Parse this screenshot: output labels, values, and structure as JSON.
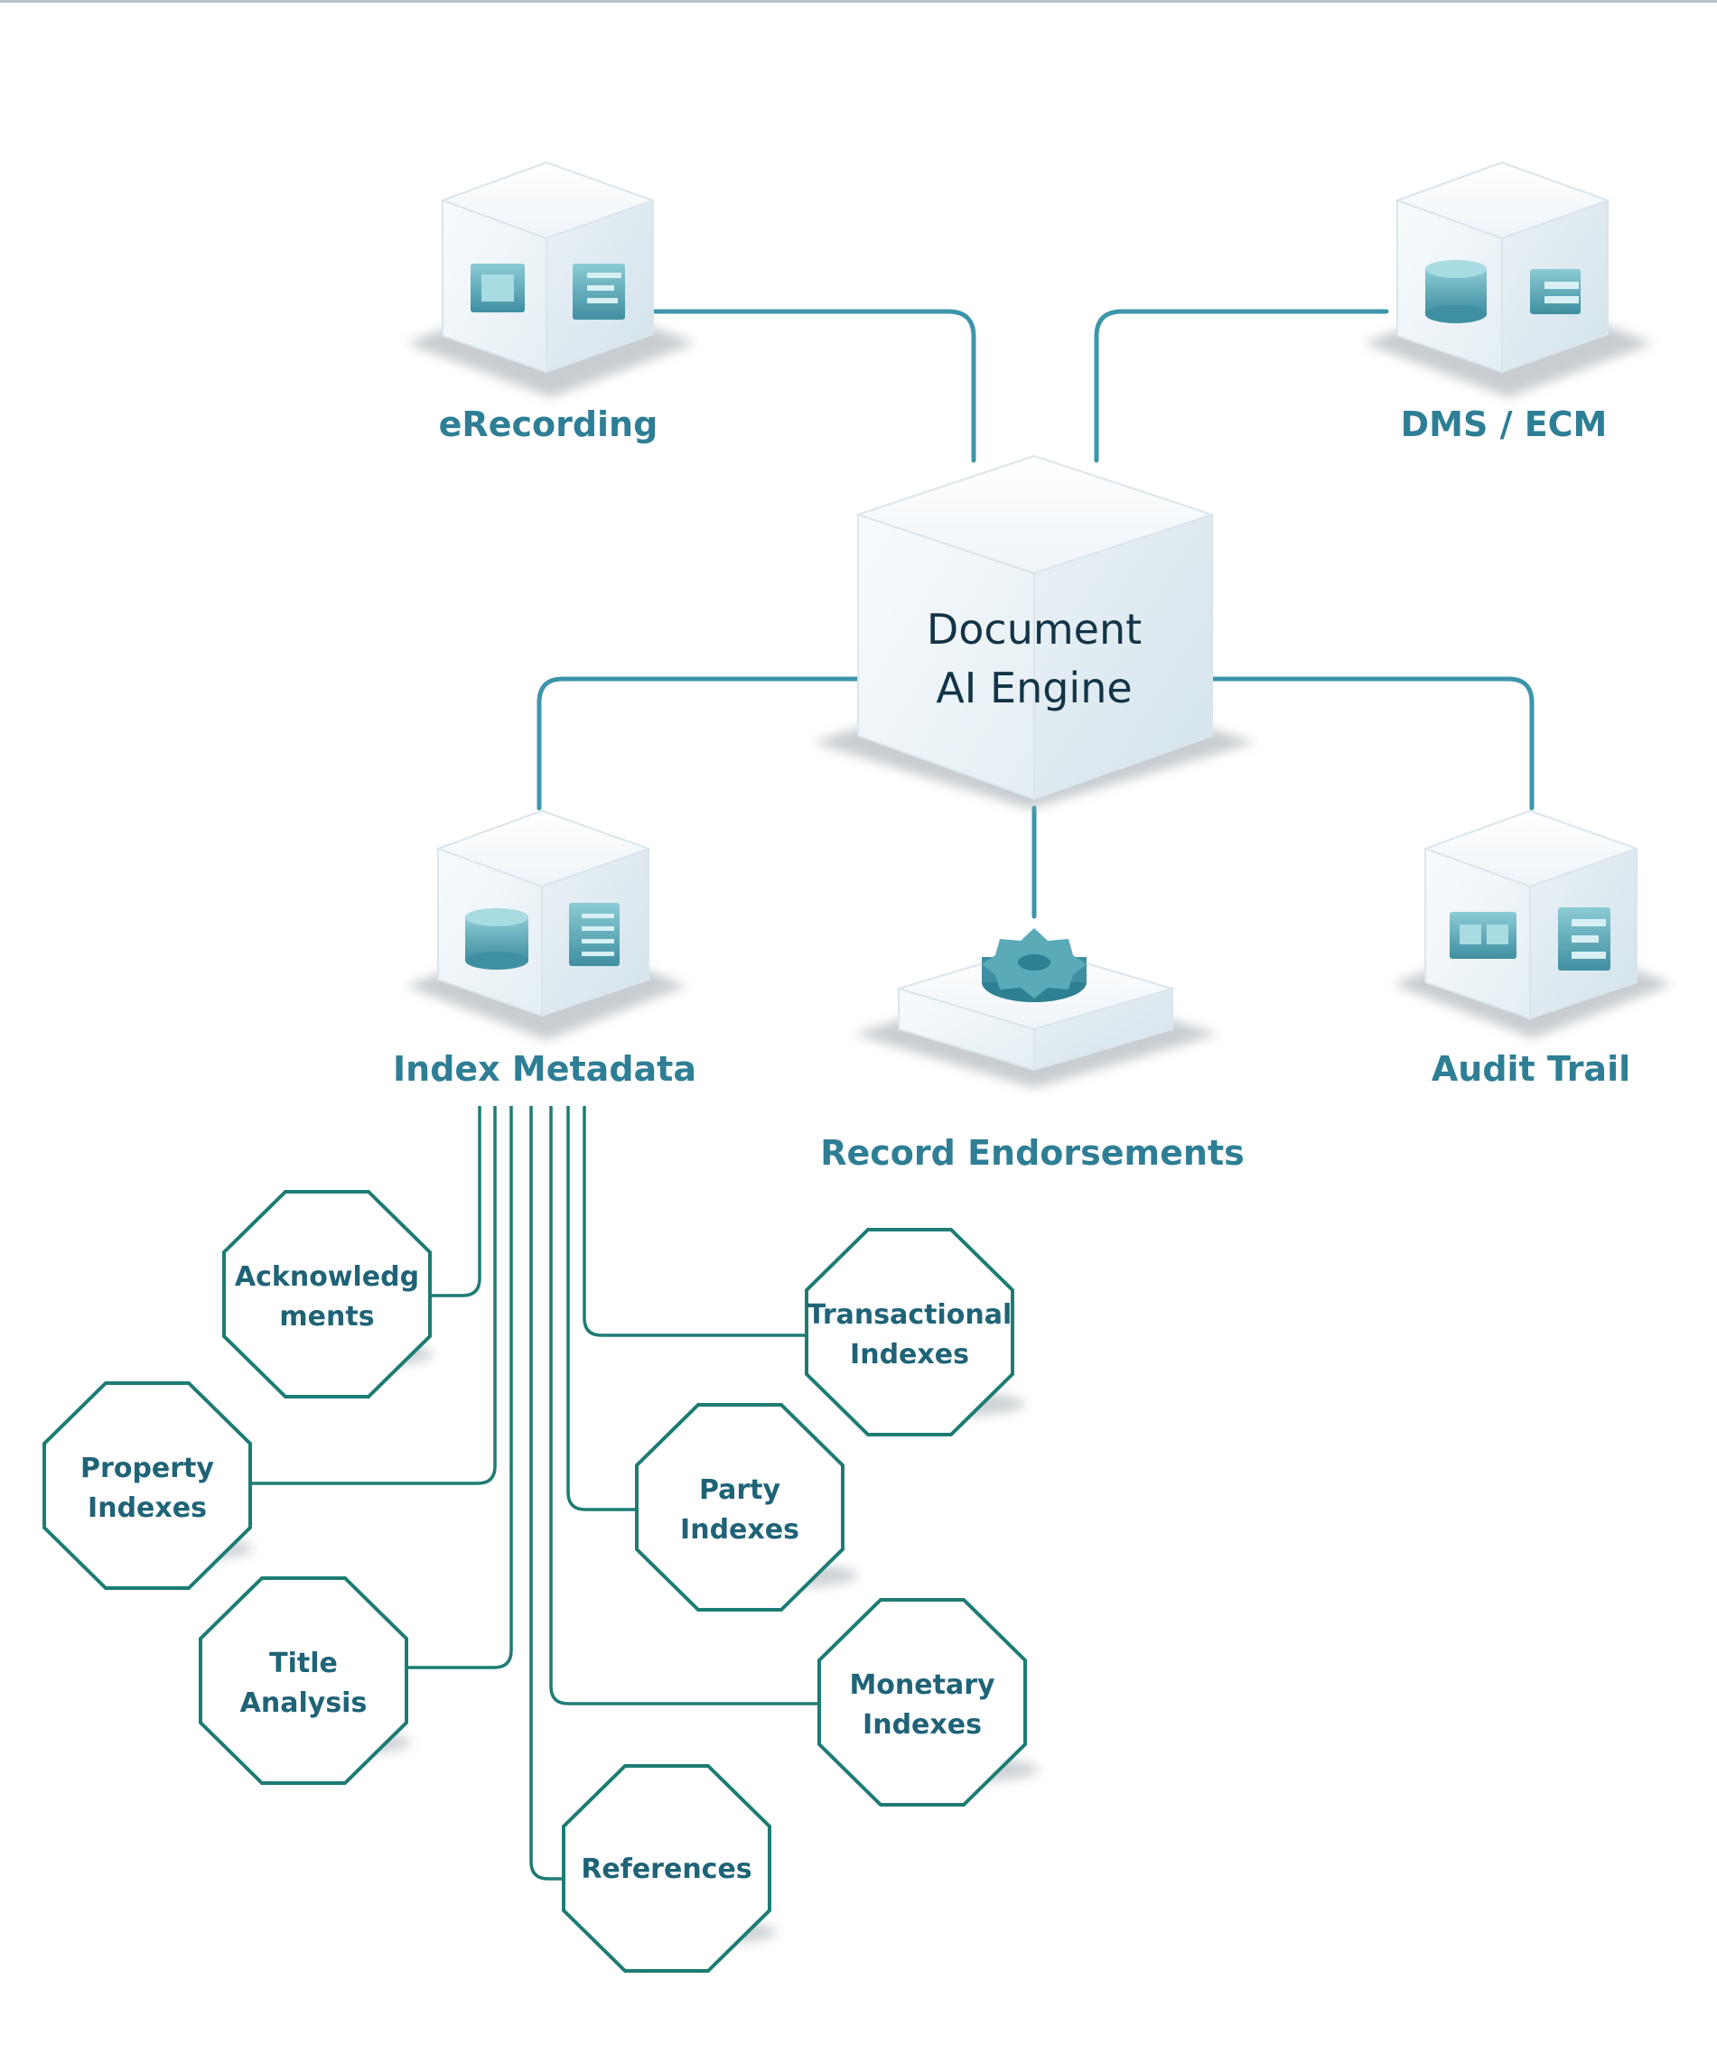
{
  "nodes": {
    "erecording": "eRecording",
    "dms_ecm": "DMS / ECM",
    "engine": [
      "Document",
      "AI Engine"
    ],
    "index_metadata": "Index Metadata",
    "record_endorsements": "Record Endorsements",
    "audit_trail": "Audit Trail"
  },
  "categories": {
    "acknowledgments": [
      "Acknowledg",
      "ments"
    ],
    "property_indexes": [
      "Property",
      "Indexes"
    ],
    "title_analysis": [
      "Title",
      "Analysis"
    ],
    "references": [
      "References"
    ],
    "transactional_indexes": [
      "Transactional",
      "Indexes"
    ],
    "party_indexes": [
      "Party",
      "Indexes"
    ],
    "monetary_indexes": [
      "Monetary",
      "Indexes"
    ]
  },
  "colors": {
    "connector": "#3d95ab",
    "octagon_border": "#1d7c74",
    "label_teal": "#2e7e95",
    "label_dark": "#123446",
    "icon_teal": "#5aaab8"
  }
}
